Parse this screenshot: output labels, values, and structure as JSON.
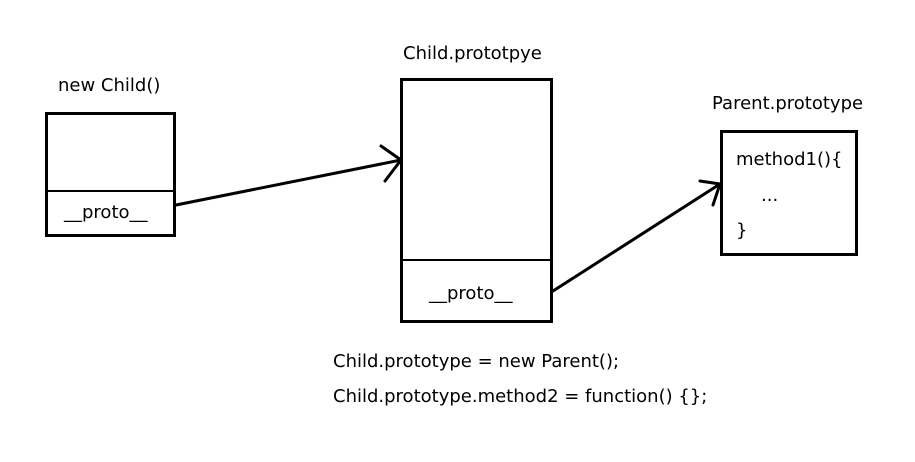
{
  "diagram": {
    "new_child": {
      "title": "new Child()",
      "proto_label": "__proto__"
    },
    "child_prototype": {
      "title": "Child.prototpye",
      "proto_label": "__proto__"
    },
    "parent_prototype": {
      "title": "Parent.prototype",
      "lines": [
        "method1(){",
        "...",
        "}"
      ]
    },
    "code": [
      "Child.prototype = new Parent();",
      "Child.prototype.method2 = function() {};"
    ]
  }
}
